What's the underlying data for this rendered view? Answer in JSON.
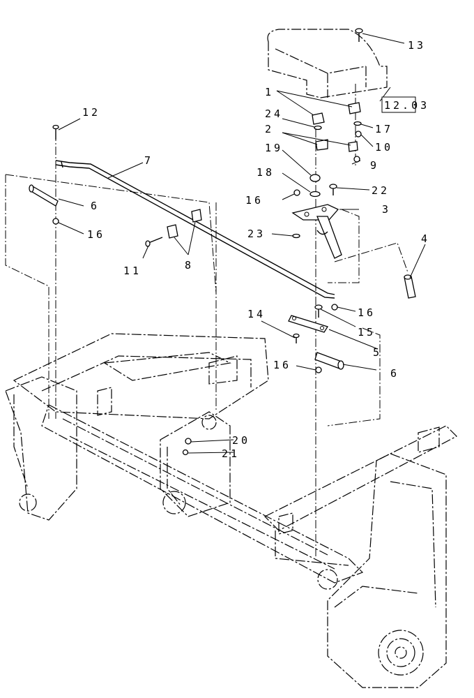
{
  "callouts": {
    "c1": "1",
    "c2": "2",
    "c3": "3",
    "c4": "4",
    "c5": "5",
    "c6a": "6",
    "c6b": "6",
    "c7": "7",
    "c8": "8",
    "c9": "9",
    "c10": "10",
    "c11": "11",
    "c12": "12",
    "c13": "13",
    "c14": "14",
    "c15": "15",
    "c16a": "16",
    "c16b": "16",
    "c16c": "16",
    "c16d": "16",
    "c17": "17",
    "c18": "18",
    "c19": "19",
    "c20": "20",
    "c21": "21",
    "c22": "22",
    "c23": "23",
    "c24": "24"
  },
  "reference_box": "12.03"
}
